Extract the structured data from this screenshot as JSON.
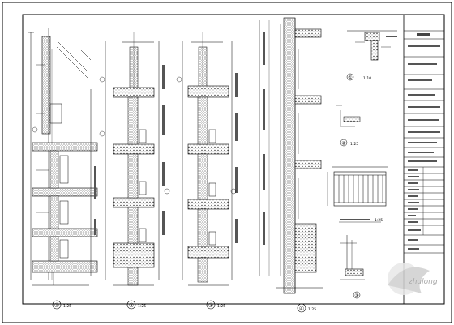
{
  "drawing": {
    "sections": [
      {
        "number": "①",
        "scale": "1:25"
      },
      {
        "number": "②",
        "scale": "1:25"
      },
      {
        "number": "③",
        "scale": "1:25"
      },
      {
        "number": "④",
        "scale": "1:25"
      }
    ],
    "details": [
      {
        "number": "①",
        "scale": "1:10"
      },
      {
        "number": "②",
        "scale": "1:25"
      },
      {
        "number": "③",
        "scale": "1:25"
      }
    ],
    "watermark": "zhulong"
  }
}
